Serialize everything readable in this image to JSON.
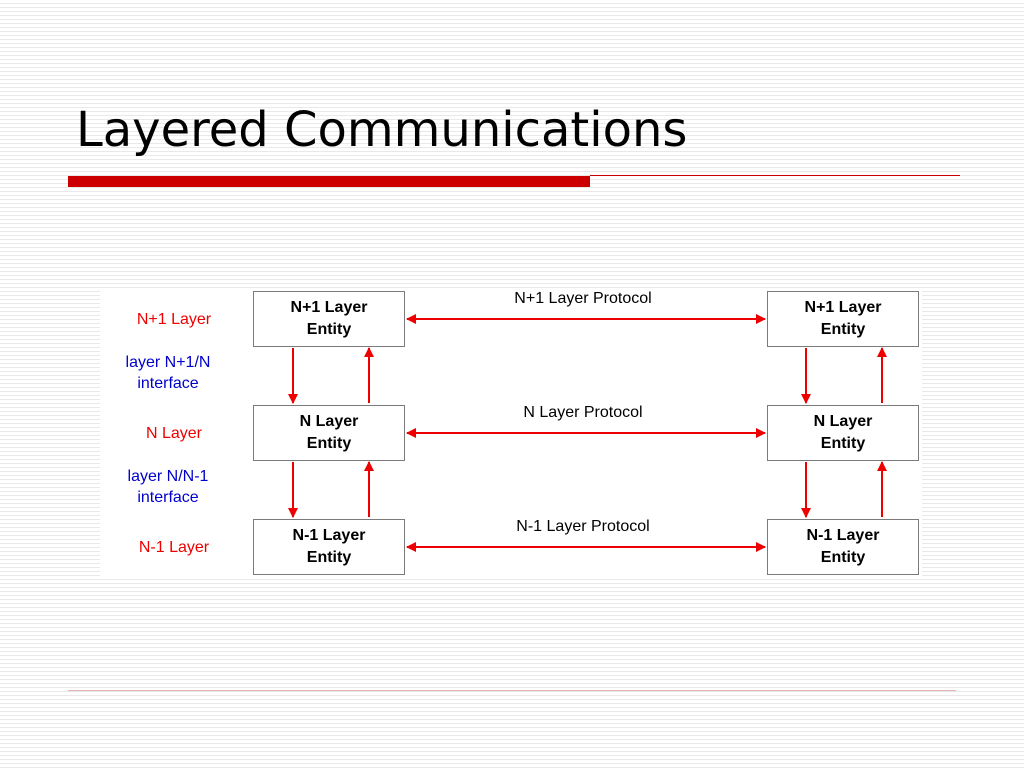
{
  "slide": {
    "title": "Layered Communications"
  },
  "colors": {
    "accent": "#cc0000",
    "layer_label": "#ee0000",
    "interface_label": "#0000cc",
    "arrow": "#ee0000"
  },
  "layer_labels": [
    {
      "id": "n-plus-1-layer",
      "text": "N+1 Layer",
      "kind": "layer"
    },
    {
      "id": "interface-n-plus-1-n",
      "line1": "layer N+1/N",
      "line2": "interface",
      "kind": "interface"
    },
    {
      "id": "n-layer",
      "text": "N Layer",
      "kind": "layer"
    },
    {
      "id": "interface-n-n-minus-1",
      "line1": "layer N/N-1",
      "line2": "interface",
      "kind": "interface"
    },
    {
      "id": "n-minus-1-layer",
      "text": "N-1 Layer",
      "kind": "layer"
    }
  ],
  "entities": {
    "left": [
      {
        "line1": "N+1 Layer",
        "line2": "Entity"
      },
      {
        "line1": "N Layer",
        "line2": "Entity"
      },
      {
        "line1": "N-1 Layer",
        "line2": "Entity"
      }
    ],
    "right": [
      {
        "line1": "N+1 Layer",
        "line2": "Entity"
      },
      {
        "line1": "N Layer",
        "line2": "Entity"
      },
      {
        "line1": "N-1 Layer",
        "line2": "Entity"
      }
    ]
  },
  "protocols": [
    "N+1 Layer Protocol",
    "N Layer Protocol",
    "N-1 Layer Protocol"
  ]
}
